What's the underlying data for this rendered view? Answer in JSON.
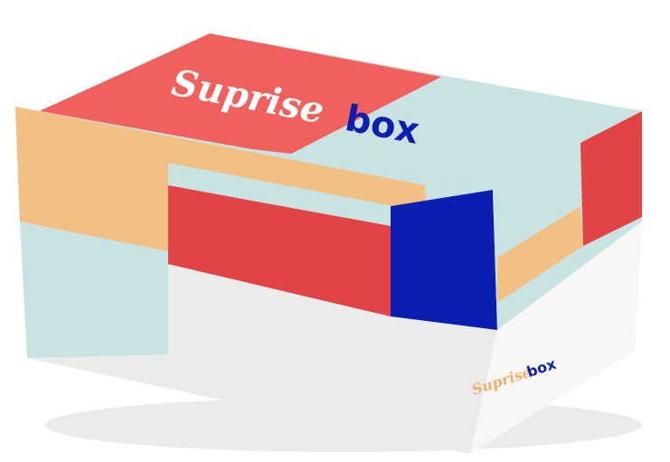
{
  "product": {
    "lid_logo": {
      "script_part": "Suprise",
      "bold_part": "box"
    },
    "side_logo": {
      "script_part": "Suprise",
      "bold_part": "box"
    }
  },
  "colors": {
    "red": "#f0605c",
    "red_dark": "#e04444",
    "light_blue": "#c9e2e2",
    "orange": "#f2c083",
    "navy": "#0a1eb0",
    "white_side": "#ececec"
  }
}
